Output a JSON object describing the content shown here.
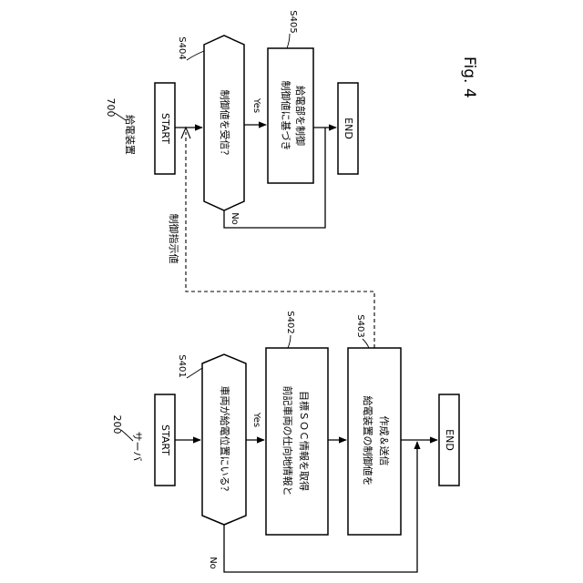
{
  "figure_label": "Fig. 4",
  "server": {
    "ref": "200",
    "name": "サーバ",
    "start": "START",
    "end": "END",
    "steps": [
      {
        "id": "S401",
        "text": "車両が給電位置にいる？"
      },
      {
        "id": "S402",
        "line1": "前記車両の仕向地情報と",
        "line2": "目標ＳＯＣ情報を取得"
      },
      {
        "id": "S403",
        "line1": "給電装置の制御値を",
        "line2": "作成＆送信"
      }
    ],
    "yes": "Yes",
    "no": "No"
  },
  "charger": {
    "ref": "700",
    "name": "給電装置",
    "start": "START",
    "end": "END",
    "steps": [
      {
        "id": "S404",
        "text": "制御値を受信？"
      },
      {
        "id": "S405",
        "line1": "制御値に基づき",
        "line2": "給電部を制御"
      }
    ],
    "yes": "Yes",
    "no": "No"
  },
  "control_signal_label": "制御指示値"
}
